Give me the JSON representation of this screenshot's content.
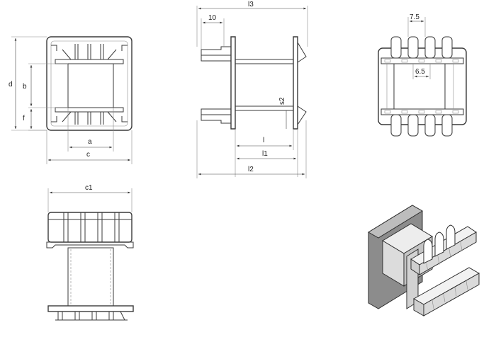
{
  "labels": {
    "d": "d",
    "b": "b",
    "f": "f",
    "a": "a",
    "c": "c",
    "l3": "l3",
    "ten": "10",
    "s2": "s2",
    "l": "l",
    "l1": "l1",
    "l2": "l2",
    "pitch_top": "7.5",
    "pitch_mid": "6.5",
    "c1": "c1"
  },
  "colors": {
    "line": "#3a3a3a",
    "iso_light": "#e8e8e8",
    "iso_mid": "#c9c9c9",
    "iso_dark": "#8c8c8c"
  }
}
